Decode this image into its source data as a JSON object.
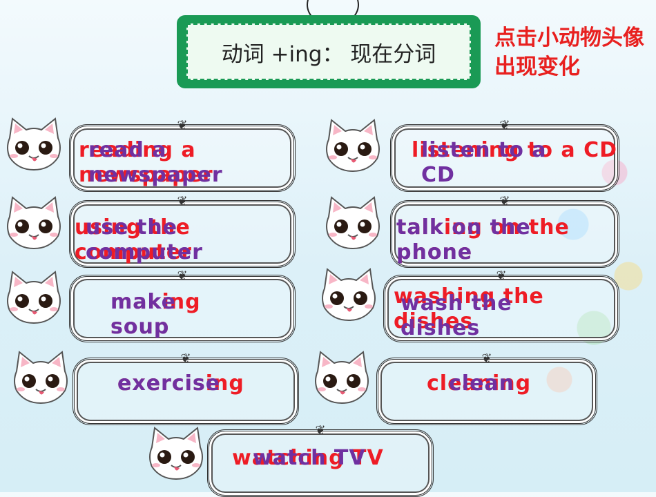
{
  "title": "动词 +ing：  现在分词",
  "note": "点击小动物头像出现变化",
  "items": [
    {
      "ing": "reading a newspaper",
      "base": "read a newspaper"
    },
    {
      "ing": "listening to a CD",
      "base": "listen to a CD"
    },
    {
      "ing": "using the computer",
      "base": "use the computer"
    },
    {
      "ing": "talking on the phone",
      "base": "talk on the phone"
    },
    {
      "ing": "making soup",
      "base": "make soup"
    },
    {
      "ing": "washing the dishes",
      "base": "wash the dishes"
    },
    {
      "ing": "exercising",
      "base": "exercise"
    },
    {
      "ing": "cleaning",
      "base": "clean"
    },
    {
      "ing": "watching TV",
      "base": "watch TV"
    }
  ],
  "colors": {
    "ing": "#ee1c25",
    "base": "#7030a0",
    "title_bg": "#1a9a55"
  },
  "icons": [
    "cat-face-icon"
  ]
}
